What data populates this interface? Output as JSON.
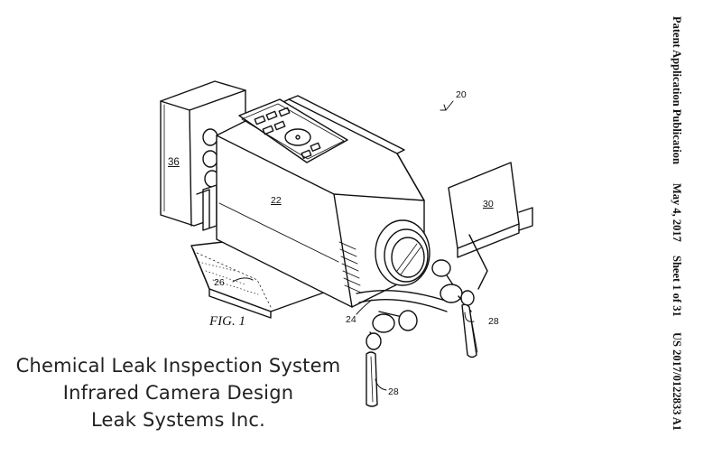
{
  "header": {
    "publication_type": "Patent Application Publication",
    "date": "May 4, 2017",
    "sheet": "Sheet 1 of 31",
    "number": "US 2017/0122833 A1"
  },
  "figure": {
    "label": "FIG. 1",
    "refs": {
      "r20": "20",
      "r22": "22",
      "r24": "24",
      "r26": "26",
      "r28a": "28",
      "r28b": "28",
      "r30": "30",
      "r36": "36"
    }
  },
  "caption": {
    "line1": "Chemical Leak Inspection System",
    "line2": "Infrared Camera Design",
    "line3": "Leak Systems Inc."
  }
}
